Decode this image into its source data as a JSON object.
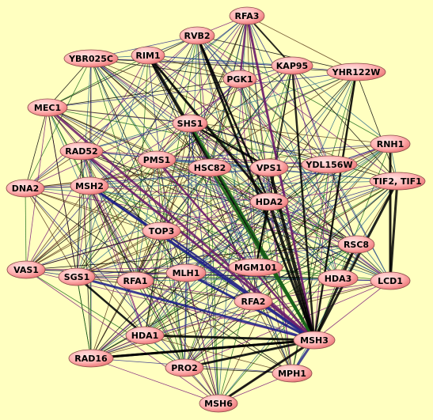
{
  "network": {
    "nodes": [
      {
        "id": "RFA3",
        "label": "RFA3"
      },
      {
        "id": "RVB2",
        "label": "RVB2"
      },
      {
        "id": "RIM1",
        "label": "RIM1"
      },
      {
        "id": "YBR025C",
        "label": "YBR025C"
      },
      {
        "id": "PGK1",
        "label": "PGK1"
      },
      {
        "id": "KAP95",
        "label": "KAP95"
      },
      {
        "id": "YHR122W",
        "label": "YHR122W"
      },
      {
        "id": "MEC1",
        "label": "MEC1"
      },
      {
        "id": "SHS1",
        "label": "SHS1"
      },
      {
        "id": "RNH1",
        "label": "RNH1"
      },
      {
        "id": "RAD52",
        "label": "RAD52"
      },
      {
        "id": "PMS1",
        "label": "PMS1"
      },
      {
        "id": "HSC82",
        "label": "HSC82"
      },
      {
        "id": "VPS1",
        "label": "VPS1"
      },
      {
        "id": "YDL156W",
        "label": "YDL156W"
      },
      {
        "id": "TIF2",
        "label": "TIF2, TIF1"
      },
      {
        "id": "DNA2",
        "label": "DNA2"
      },
      {
        "id": "MSH2",
        "label": "MSH2"
      },
      {
        "id": "HDA2",
        "label": "HDA2"
      },
      {
        "id": "TOP3",
        "label": "TOP3"
      },
      {
        "id": "RSC8",
        "label": "RSC8"
      },
      {
        "id": "VAS1",
        "label": "VAS1"
      },
      {
        "id": "SGS1",
        "label": "SGS1"
      },
      {
        "id": "RFA1",
        "label": "RFA1"
      },
      {
        "id": "MLH1",
        "label": "MLH1"
      },
      {
        "id": "MGM101",
        "label": "MGM101"
      },
      {
        "id": "HDA3",
        "label": "HDA3"
      },
      {
        "id": "LCD1",
        "label": "LCD1"
      },
      {
        "id": "RFA2",
        "label": "RFA2"
      },
      {
        "id": "HDA1",
        "label": "HDA1"
      },
      {
        "id": "MSH3",
        "label": "MSH3"
      },
      {
        "id": "RAD16",
        "label": "RAD16"
      },
      {
        "id": "PRO2",
        "label": "PRO2"
      },
      {
        "id": "MPH1",
        "label": "MPH1"
      },
      {
        "id": "MSH6",
        "label": "MSH6"
      }
    ]
  },
  "colors": {
    "background": "#ffffc0",
    "node_fill_light": "#ffd0d0",
    "node_fill_dark": "#f08080",
    "node_stroke": "#8a4a4a",
    "edge_colors": [
      "#000000",
      "#1a6b1a",
      "#2a2a8a",
      "#7a1a7a",
      "#2a6a8a",
      "#5a3a1a"
    ]
  }
}
